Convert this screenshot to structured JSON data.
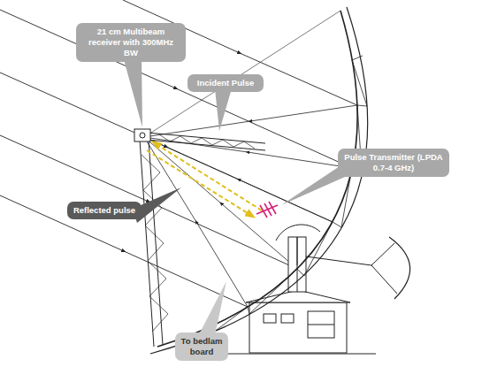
{
  "diagram": {
    "nodes": [
      {
        "text": [
          "21 cm Multibeam receiver with 300MHz BW"
        ]
      },
      {
        "text": [
          "Incident Pulse"
        ]
      },
      {
        "text": [
          "Pulse Transmitter (LPDA 0.7-4 GHz)"
        ]
      },
      {
        "text": [
          "Reflected pulse"
        ]
      },
      {
        "text": [
          "To bedlam board"
        ]
      }
    ]
  }
}
